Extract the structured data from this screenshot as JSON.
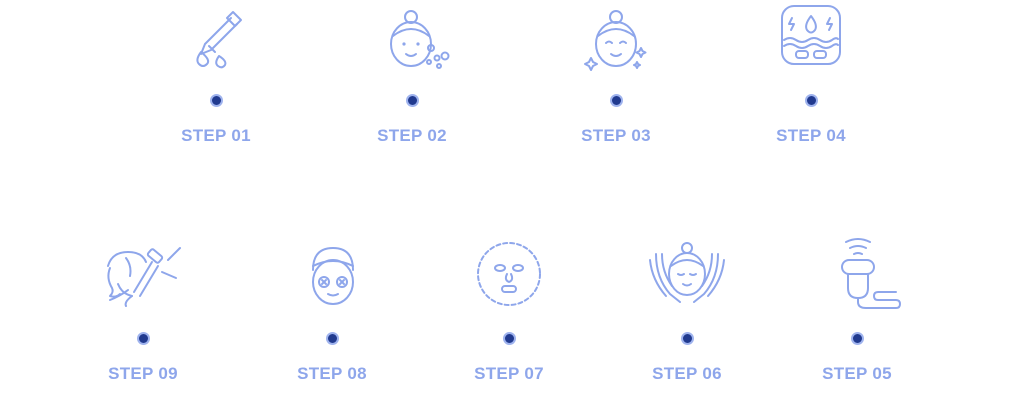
{
  "steps": {
    "s01": {
      "label": "STEP 01",
      "icon": "dropper-icon"
    },
    "s02": {
      "label": "STEP 02",
      "icon": "face-bubbles-icon"
    },
    "s03": {
      "label": "STEP 03",
      "icon": "face-sparkle-icon"
    },
    "s04": {
      "label": "STEP 04",
      "icon": "water-box-icon"
    },
    "s05": {
      "label": "STEP 05",
      "icon": "device-icon"
    },
    "s06": {
      "label": "STEP 06",
      "icon": "face-massage-icon"
    },
    "s07": {
      "label": "STEP 07",
      "icon": "sheet-mask-icon"
    },
    "s08": {
      "label": "STEP 08",
      "icon": "cucumber-eyes-icon"
    },
    "s09": {
      "label": "STEP 09",
      "icon": "face-roller-icon"
    }
  },
  "colors": {
    "accent": "#8ea6eb",
    "dot_center": "#213a8f",
    "background": "#ffffff"
  }
}
